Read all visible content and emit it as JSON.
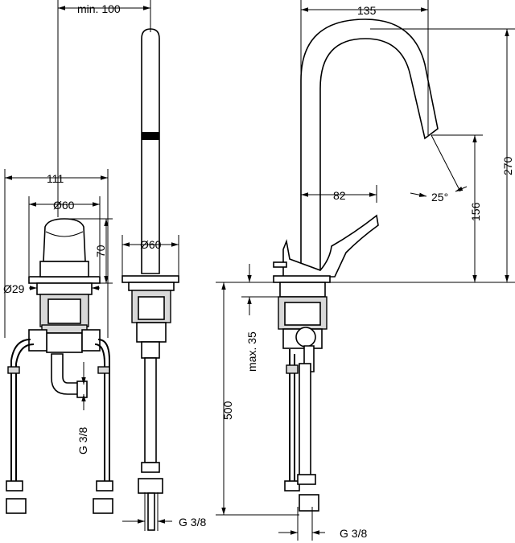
{
  "dimensions": {
    "min_100": "min. 100",
    "w_111": "111",
    "d_60_left": "Ø60",
    "h_70": "70",
    "d_29": "Ø29",
    "d_60_mid": "Ø60",
    "g38_left": "G 3/8",
    "g38_mid": "G 3/8",
    "w_135": "135",
    "h_270": "270",
    "r_82": "82",
    "ang_25": "25°",
    "h_156": "156",
    "max_35": "max. 35",
    "h_500": "500",
    "g38_right": "G 3/8"
  }
}
